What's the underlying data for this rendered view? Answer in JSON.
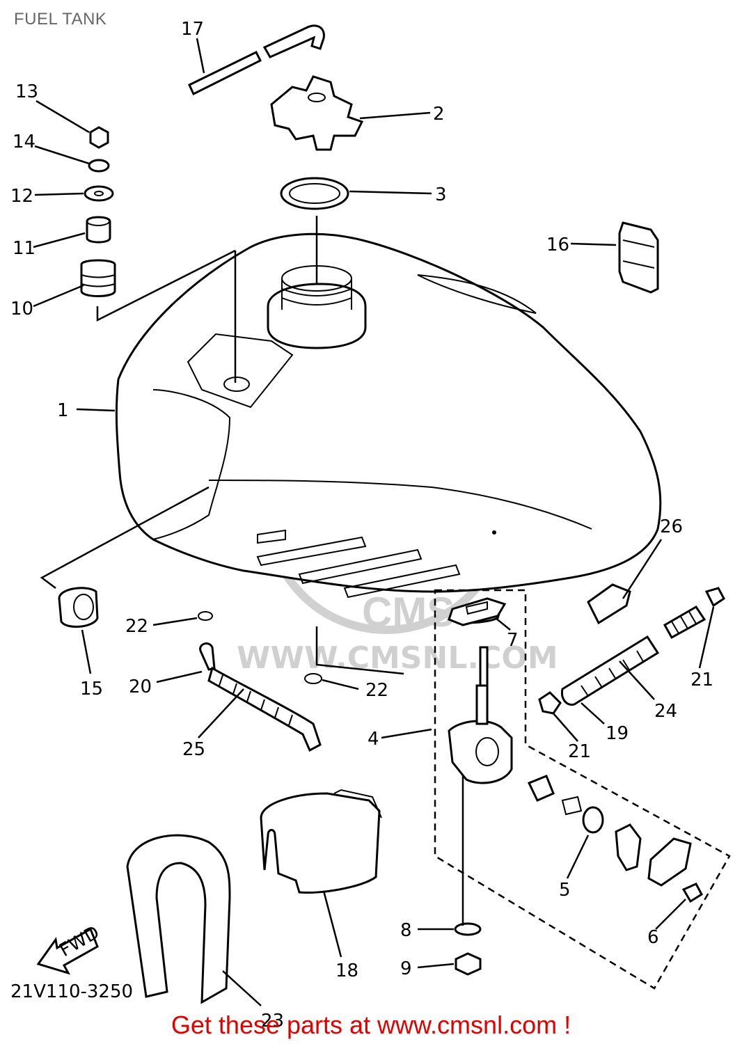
{
  "title": "FUEL TANK",
  "diagram_code": "21V110-3250",
  "fwd_label": "FWD",
  "watermark": "WWW.CMSNL.COM",
  "watermark_logo": "CMS",
  "cta": "Get these parts at www.cmsnl.com !",
  "callouts": [
    "1",
    "2",
    "3",
    "4",
    "5",
    "6",
    "7",
    "8",
    "9",
    "10",
    "11",
    "12",
    "13",
    "14",
    "15",
    "16",
    "17",
    "18",
    "19",
    "20",
    "21",
    "21",
    "22",
    "22",
    "23",
    "24",
    "25",
    "26"
  ]
}
